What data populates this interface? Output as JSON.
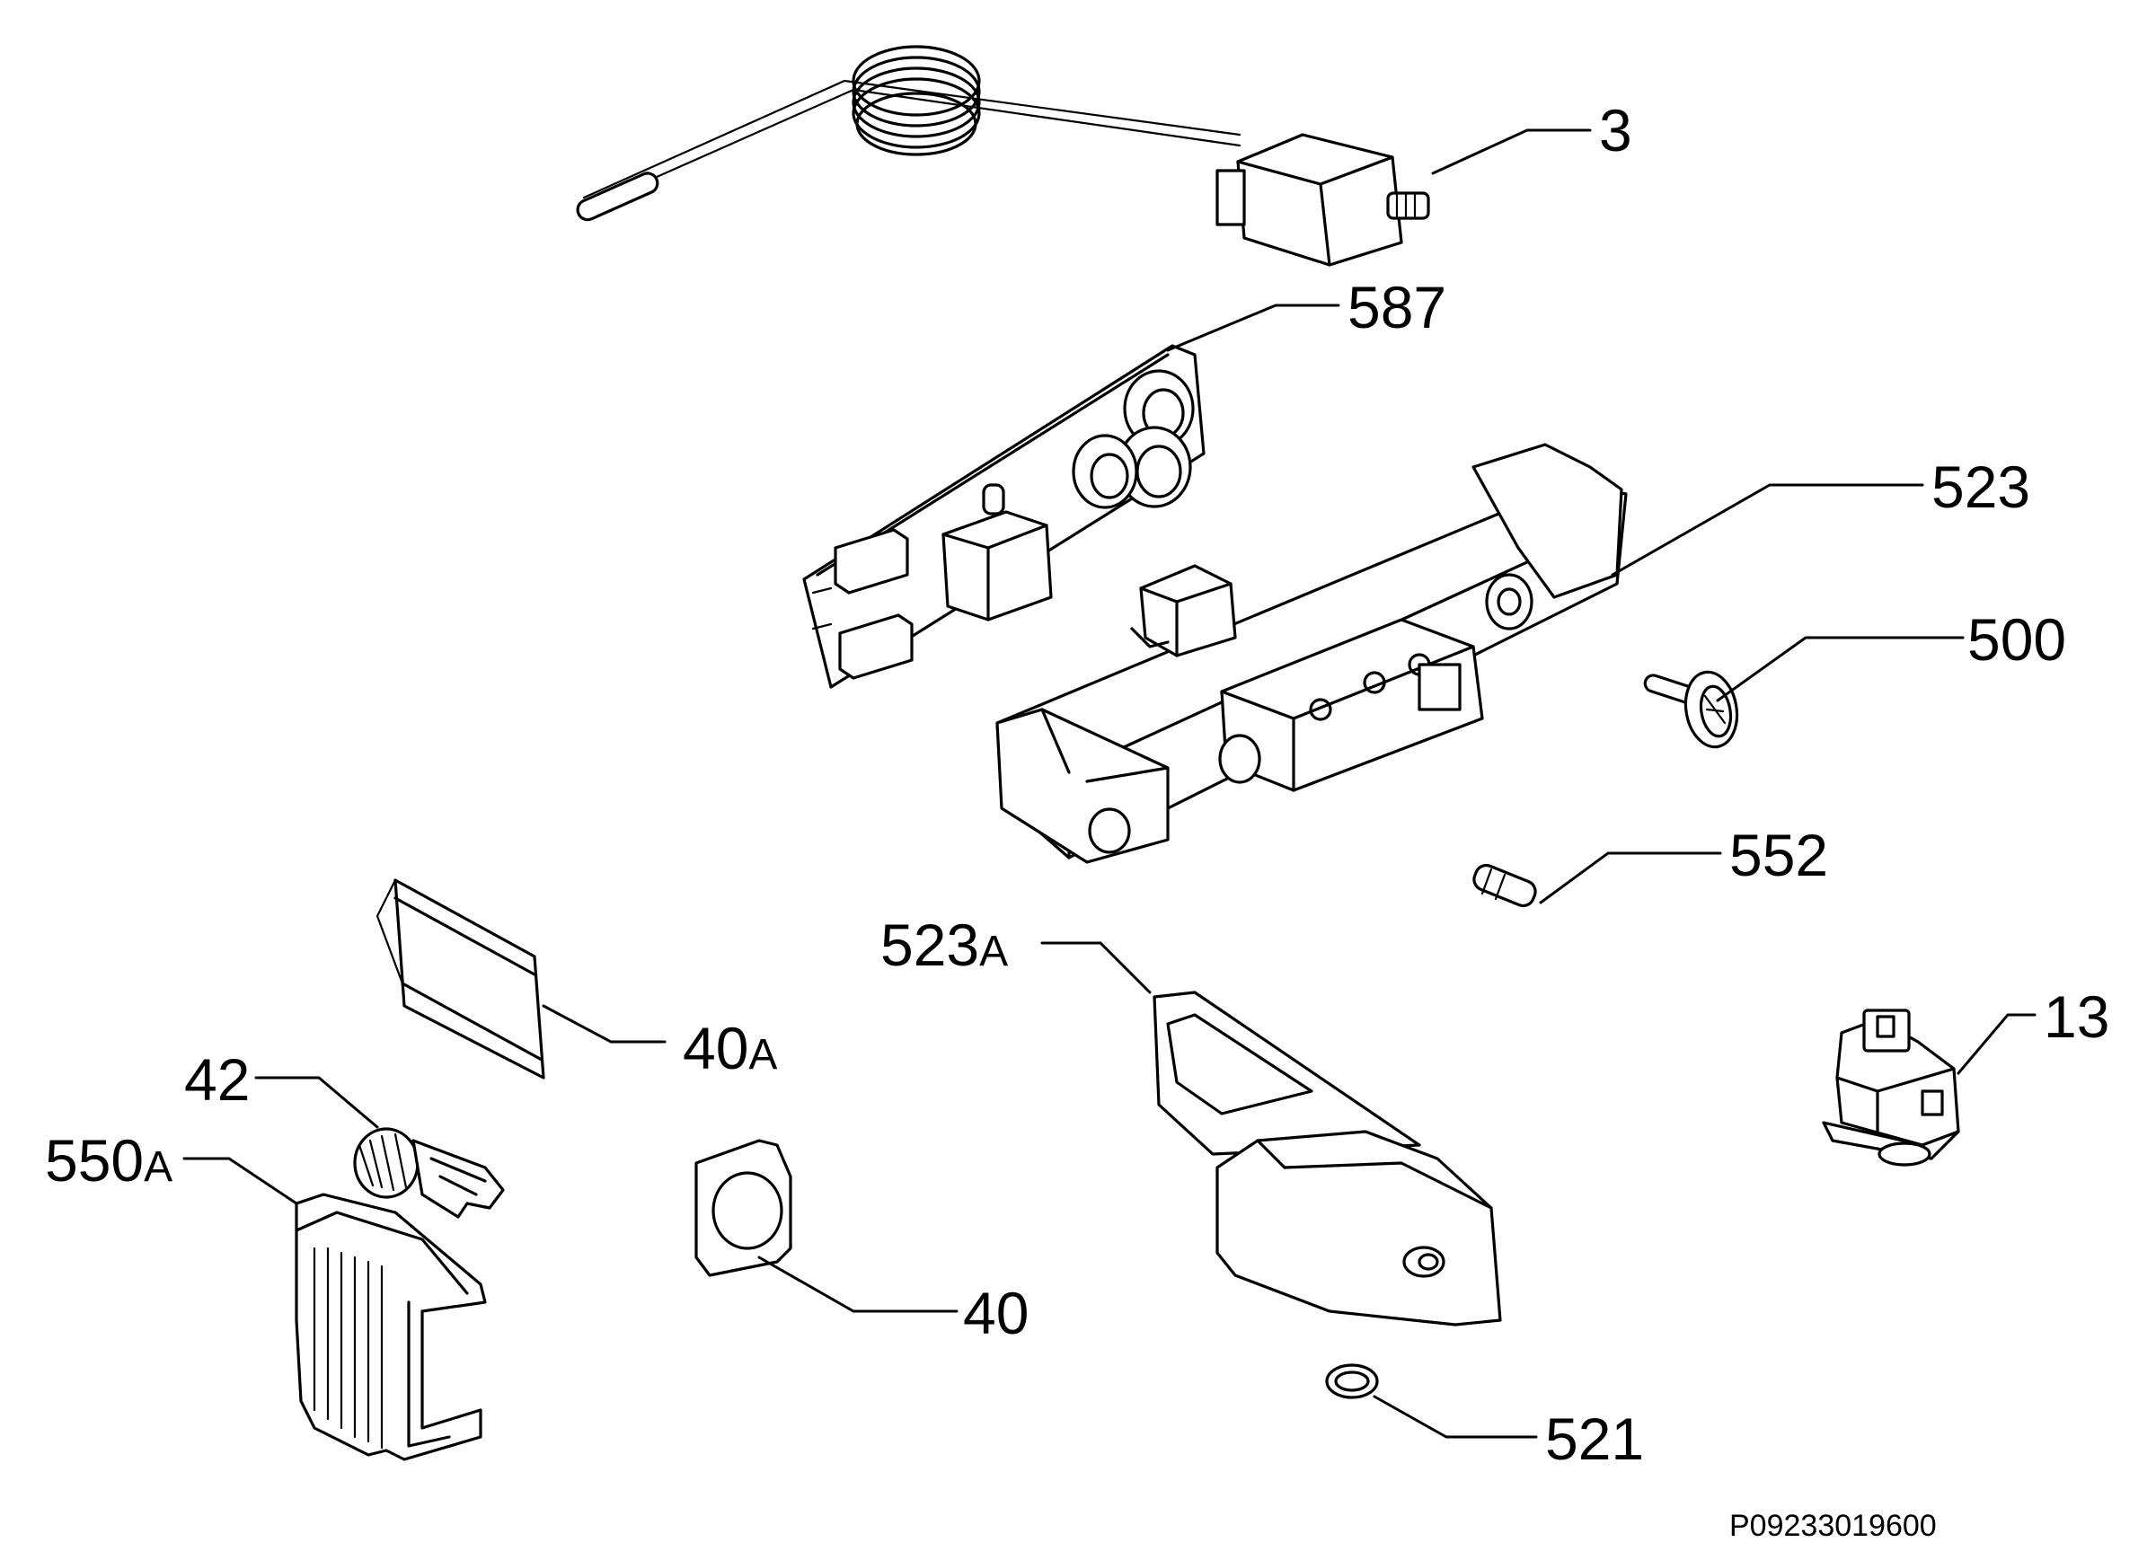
{
  "diagram": {
    "callouts": [
      {
        "id": "3",
        "text": "3"
      },
      {
        "id": "587",
        "text": "587"
      },
      {
        "id": "523",
        "text": "523"
      },
      {
        "id": "500",
        "text": "500"
      },
      {
        "id": "552",
        "text": "552"
      },
      {
        "id": "523A",
        "text": "523",
        "suffix": "A"
      },
      {
        "id": "13",
        "text": "13"
      },
      {
        "id": "40A",
        "text": "40",
        "suffix": "A"
      },
      {
        "id": "42",
        "text": "42"
      },
      {
        "id": "550A",
        "text": "550",
        "suffix": "A"
      },
      {
        "id": "40",
        "text": "40"
      },
      {
        "id": "521",
        "text": "521"
      }
    ],
    "drawing_code": "P09233019600"
  }
}
